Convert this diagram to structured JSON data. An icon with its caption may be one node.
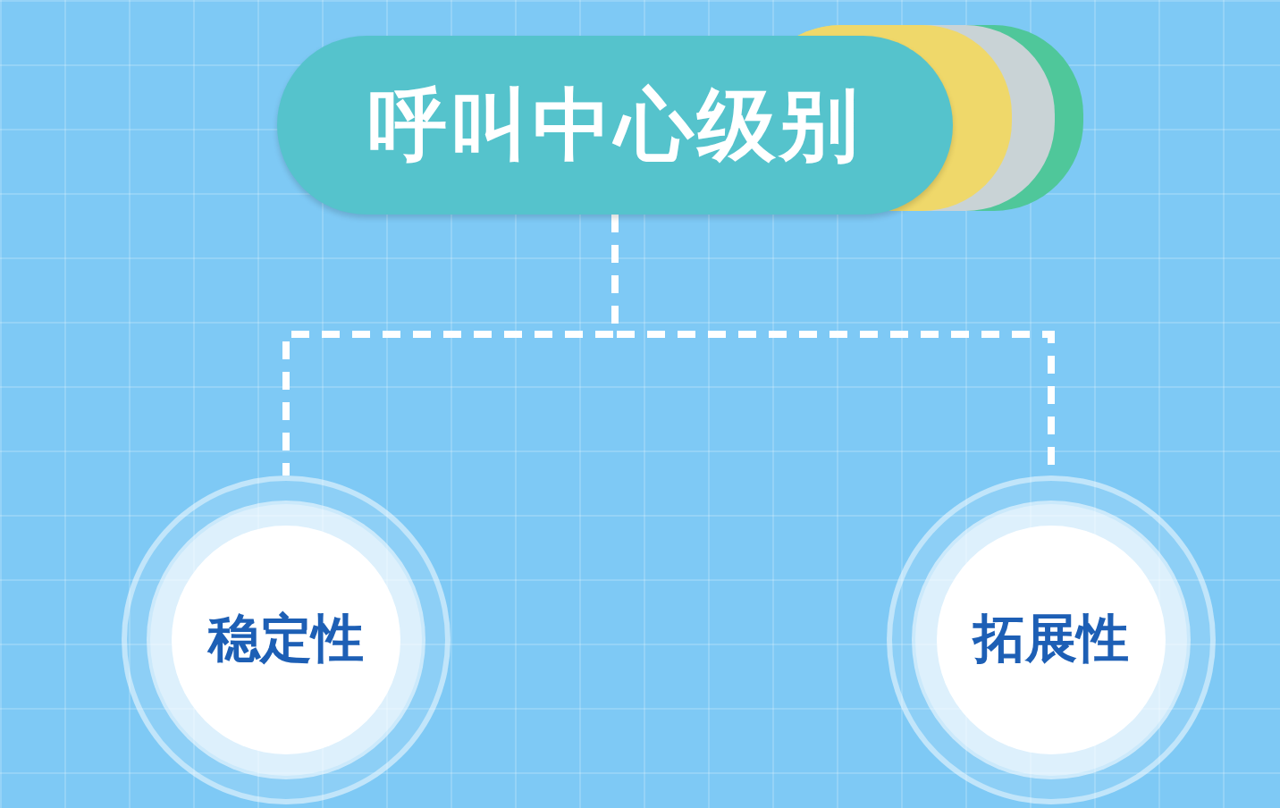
{
  "diagram": {
    "nodes": [
      {
        "text": [
          "呼叫中心级别"
        ]
      },
      {
        "text": [
          "稳定性"
        ]
      },
      {
        "text": [
          "拓展性"
        ]
      }
    ],
    "edges": [
      {
        "from": 0,
        "to": 1,
        "arrow": "none",
        "style": "dashed"
      },
      {
        "from": 0,
        "to": 2,
        "arrow": "none",
        "style": "dashed"
      }
    ]
  }
}
